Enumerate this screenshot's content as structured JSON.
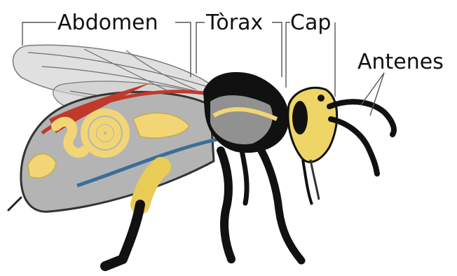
{
  "labels": {
    "abdomen": "Abdomen",
    "torax": "Tòrax",
    "cap": "Cap",
    "antenes": "Antenes"
  },
  "colors": {
    "body_black": "#111111",
    "wing_gray": "#c8c8c8",
    "abdomen_gray": "#b4b4b4",
    "organ_yellow": "#f2d676",
    "head_yellow": "#efd565",
    "dorsal_red": "#c0392b",
    "nerve_blue": "#3b6e99",
    "leg_yellow": "#e8cc55"
  }
}
